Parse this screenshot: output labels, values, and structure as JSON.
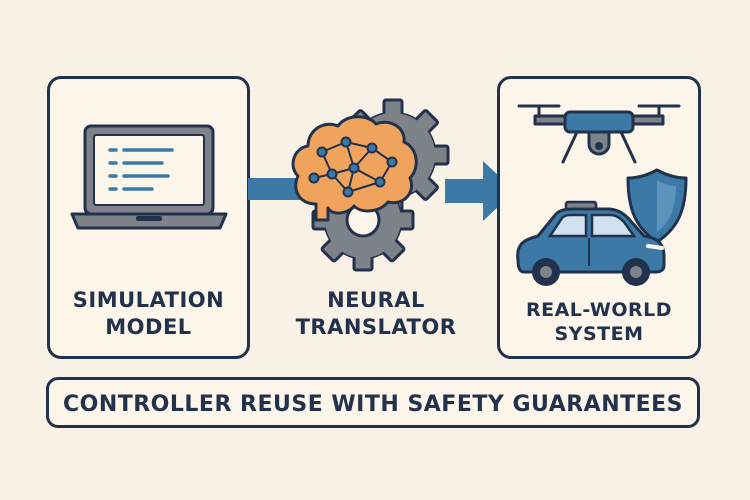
{
  "nodes": {
    "simulation": {
      "line1": "SIMULATION",
      "line2": "MODEL"
    },
    "translator": {
      "line1": "NEURAL",
      "line2": "TRANSLATOR"
    },
    "real_world": {
      "line1": "REAL-WORLD",
      "line2": "SYSTEM"
    }
  },
  "footer": {
    "text": "CONTROLLER REUSE WITH SAFETY GUARANTEES"
  },
  "icons": {
    "simulation": "laptop-icon",
    "translator": [
      "gear-icon",
      "brain-network-icon"
    ],
    "real_world": [
      "drone-icon",
      "shield-icon",
      "car-icon"
    ],
    "flow": "arrow-right-icon"
  },
  "colors": {
    "background": "#f8f1e5",
    "outline": "#22324c",
    "accent_blue": "#3c79a6",
    "brain_orange": "#f0a35c",
    "gear_gray": "#7d8389"
  }
}
